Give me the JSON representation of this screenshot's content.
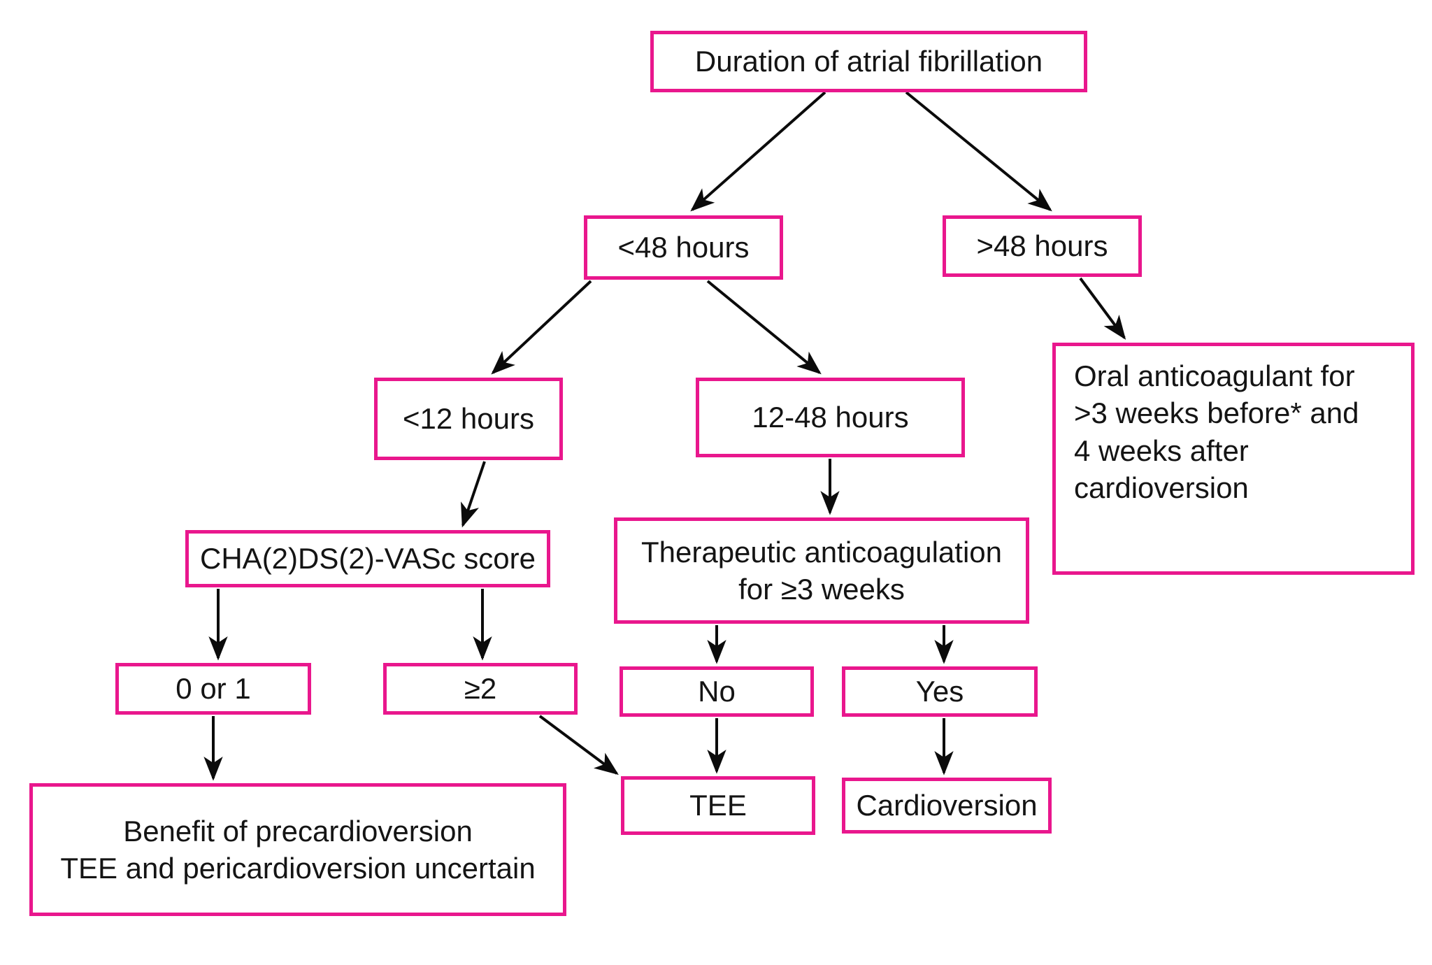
{
  "diagram": {
    "type": "flowchart",
    "topic": "Cardioversion decision pathway by duration of atrial fibrillation",
    "colors": {
      "box_border": "#e9178d",
      "box_fill": "#ffffff",
      "text": "#141414",
      "arrow": "#0b0b0b",
      "background": "#ffffff"
    },
    "nodes": {
      "duration": {
        "label": "Duration of atrial fibrillation"
      },
      "lt48": {
        "label": "<48 hours"
      },
      "gt48": {
        "label": ">48 hours"
      },
      "oral_anticoagulant": {
        "label": "Oral anticoagulant for\n>3 weeks before* and\n4 weeks after\ncardioversion"
      },
      "lt12": {
        "label": "<12 hours"
      },
      "h12_48": {
        "label": "12-48 hours"
      },
      "chads_vasc": {
        "label": "CHA(2)DS(2)-VASc score"
      },
      "therapeutic_anticoagulation": {
        "label": "Therapeutic anticoagulation\nfor ≥3 weeks"
      },
      "score_0_or_1": {
        "label": "0 or 1"
      },
      "score_ge2": {
        "label": "≥2"
      },
      "no": {
        "label": "No"
      },
      "yes": {
        "label": "Yes"
      },
      "tee": {
        "label": "TEE"
      },
      "cardioversion": {
        "label": "Cardioversion"
      },
      "benefit_uncertain": {
        "label": "Benefit of precardioversion\nTEE and pericardioversion uncertain"
      }
    },
    "edges": [
      {
        "from": "duration",
        "to": "lt48"
      },
      {
        "from": "duration",
        "to": "gt48"
      },
      {
        "from": "lt48",
        "to": "lt12"
      },
      {
        "from": "lt48",
        "to": "h12_48"
      },
      {
        "from": "gt48",
        "to": "oral_anticoagulant"
      },
      {
        "from": "lt12",
        "to": "chads_vasc"
      },
      {
        "from": "h12_48",
        "to": "therapeutic_anticoagulation"
      },
      {
        "from": "chads_vasc",
        "to": "score_0_or_1"
      },
      {
        "from": "chads_vasc",
        "to": "score_ge2"
      },
      {
        "from": "therapeutic_anticoagulation",
        "to": "no"
      },
      {
        "from": "therapeutic_anticoagulation",
        "to": "yes"
      },
      {
        "from": "score_0_or_1",
        "to": "benefit_uncertain"
      },
      {
        "from": "score_ge2",
        "to": "tee"
      },
      {
        "from": "no",
        "to": "tee"
      },
      {
        "from": "yes",
        "to": "cardioversion"
      }
    ]
  }
}
